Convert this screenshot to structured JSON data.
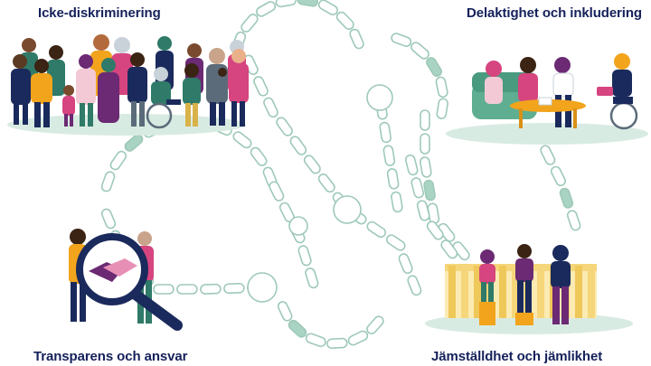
{
  "captions": {
    "top_left": "Icke-diskriminering",
    "top_right": "Delaktighet och inkludering",
    "bottom_left": "Transparens och ansvar",
    "bottom_right": "Jämställdhet och jämlikhet"
  },
  "colors": {
    "caption_text": "#15215b",
    "chain_stroke": "#9ec9b8",
    "chain_fill_accent": "#a9d3c2",
    "ground": "#d8ebe2",
    "purple": "#6b2a73",
    "magenta": "#d6457f",
    "orange": "#f2a41c",
    "navy": "#1b2a5c",
    "teal": "#2f7a68"
  },
  "illustrations": {
    "top_left": "crowd-of-diverse-people",
    "top_right": "people-meeting-around-table",
    "bottom_left": "magnifying-glass-over-handshake",
    "bottom_right": "people-on-uneven-boxes-behind-fence"
  }
}
